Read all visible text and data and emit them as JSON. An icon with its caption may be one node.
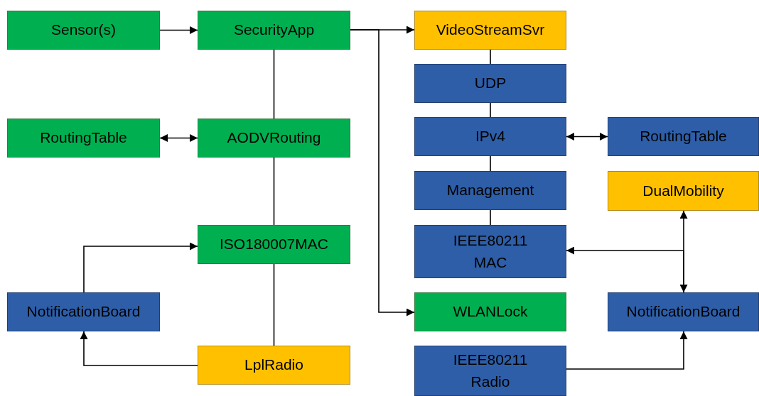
{
  "diagram": {
    "nodes": [
      {
        "text": [
          "Sensor(s)"
        ]
      },
      {
        "text": [
          "SecurityApp"
        ]
      },
      {
        "text": [
          "VideoStreamSvr"
        ]
      },
      {
        "text": [
          "UDP"
        ]
      },
      {
        "text": [
          "RoutingTable"
        ]
      },
      {
        "text": [
          "AODVRouting"
        ]
      },
      {
        "text": [
          "IPv4"
        ]
      },
      {
        "text": [
          "RoutingTable"
        ]
      },
      {
        "text": [
          "Management"
        ]
      },
      {
        "text": [
          "DualMobility"
        ]
      },
      {
        "text": [
          "ISO180007MAC"
        ]
      },
      {
        "text": [
          "IEEE80211 MAC"
        ]
      },
      {
        "text": [
          "NotificationBoard"
        ]
      },
      {
        "text": [
          "WLANLock"
        ]
      },
      {
        "text": [
          "NotificationBoard"
        ]
      },
      {
        "text": [
          "LplRadio"
        ]
      },
      {
        "text": [
          "IEEE80211 Radio"
        ]
      }
    ],
    "edges": [
      {
        "from": 0,
        "to": 1,
        "arrow": "to"
      },
      {
        "from": 1,
        "to": 2,
        "arrow": "to"
      },
      {
        "from": 1,
        "to": 13,
        "arrow": "to"
      },
      {
        "from": 1,
        "to": 5,
        "arrow": "none"
      },
      {
        "from": 5,
        "to": 4,
        "arrow": "both"
      },
      {
        "from": 5,
        "to": 10,
        "arrow": "none"
      },
      {
        "from": 10,
        "to": 15,
        "arrow": "none"
      },
      {
        "from": 15,
        "to": 12,
        "arrow": "to"
      },
      {
        "from": 12,
        "to": 10,
        "arrow": "to"
      },
      {
        "from": 2,
        "to": 3,
        "arrow": "none"
      },
      {
        "from": 3,
        "to": 6,
        "arrow": "none"
      },
      {
        "from": 6,
        "to": 8,
        "arrow": "none"
      },
      {
        "from": 8,
        "to": 11,
        "arrow": "none"
      },
      {
        "from": 6,
        "to": 7,
        "arrow": "both"
      },
      {
        "from": 9,
        "to": 14,
        "arrow": "both"
      },
      {
        "from": 14,
        "to": 11,
        "arrow": "to"
      },
      {
        "from": 16,
        "to": 14,
        "arrow": "to"
      }
    ]
  }
}
